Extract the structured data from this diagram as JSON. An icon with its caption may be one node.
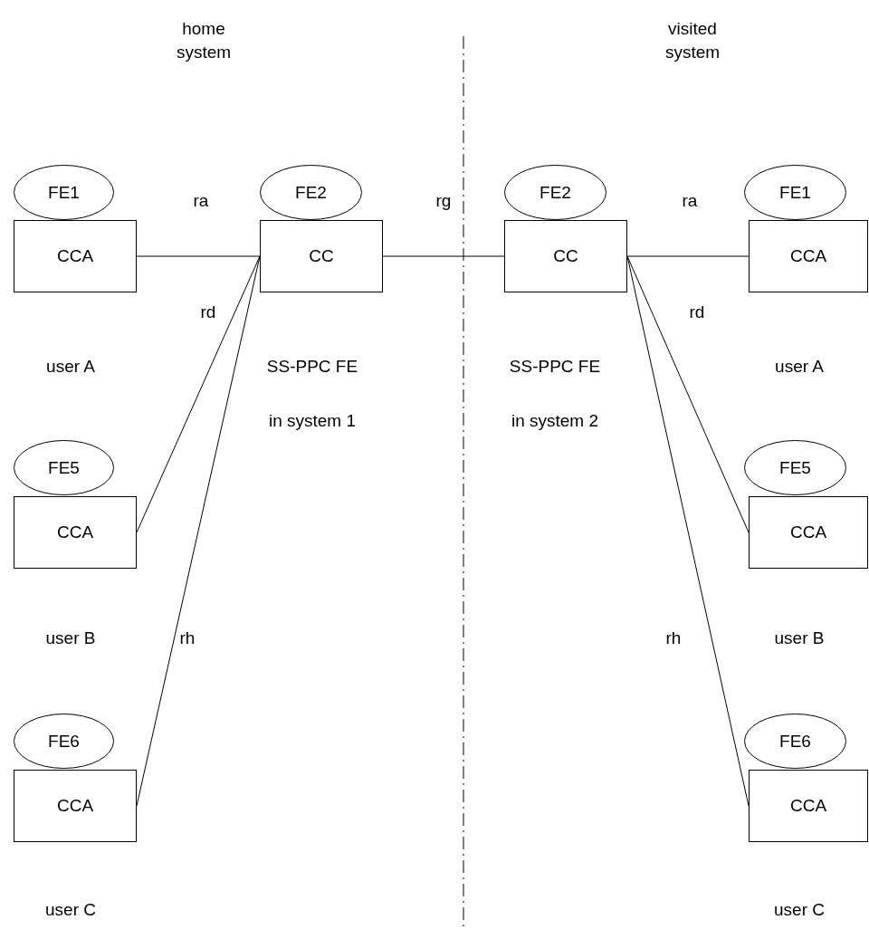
{
  "diagram": {
    "nodes": [
      {
        "text": [
          "FE1"
        ]
      },
      {
        "text": [
          "FE2"
        ]
      },
      {
        "text": [
          "FE2"
        ]
      },
      {
        "text": [
          "FE1"
        ]
      },
      {
        "text": [
          "CCA"
        ]
      },
      {
        "text": [
          "CC"
        ]
      },
      {
        "text": [
          "CC"
        ]
      },
      {
        "text": [
          "CCA"
        ]
      },
      {
        "text": [
          "FE5"
        ]
      },
      {
        "text": [
          "FE5"
        ]
      },
      {
        "text": [
          "CCA"
        ]
      },
      {
        "text": [
          "CCA"
        ]
      },
      {
        "text": [
          "FE6"
        ]
      },
      {
        "text": [
          "FE6"
        ]
      },
      {
        "text": [
          "CCA"
        ]
      },
      {
        "text": [
          "CCA"
        ]
      }
    ],
    "edges": [
      {
        "from": 4,
        "to": 5,
        "arrow": "none"
      },
      {
        "from": 5,
        "to": 6,
        "arrow": "none"
      },
      {
        "from": 6,
        "to": 7,
        "arrow": "none"
      },
      {
        "from": 5,
        "to": 10,
        "arrow": "none"
      },
      {
        "from": 5,
        "to": 14,
        "arrow": "none"
      },
      {
        "from": 6,
        "to": 11,
        "arrow": "none"
      },
      {
        "from": 6,
        "to": 15,
        "arrow": "none"
      }
    ],
    "labels": [
      "home system",
      "visited system",
      "ra",
      "rg",
      "ra",
      "rd",
      "rd",
      "user A",
      "SS-PPC FE",
      "SS-PPC FE",
      "user A",
      "in system 1",
      "in system 2",
      "user B",
      "rh",
      "rh",
      "user B",
      "user C",
      "user C"
    ]
  }
}
